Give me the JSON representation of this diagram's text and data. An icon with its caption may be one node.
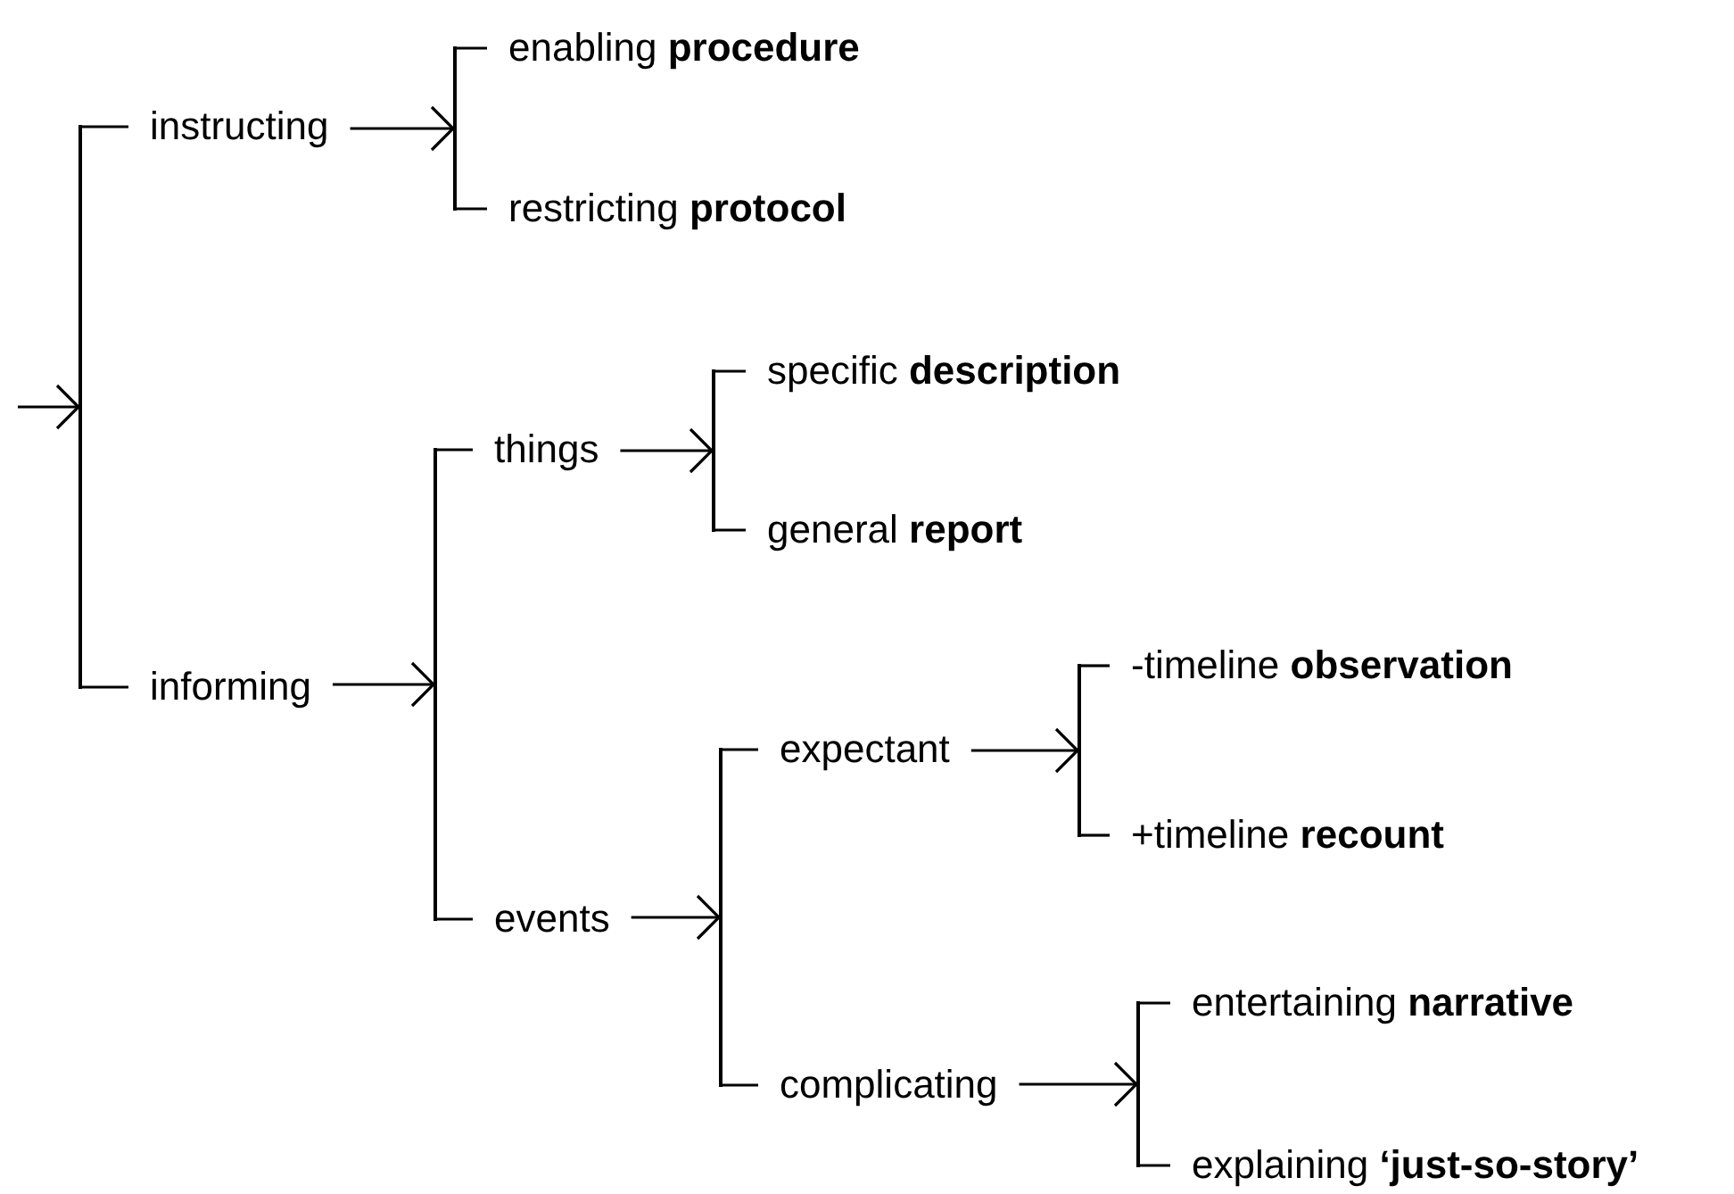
{
  "diagram": {
    "nodes": [
      {
        "text": [],
        "shape": "bar"
      },
      {
        "text": [
          "instructing"
        ]
      },
      {
        "text": [],
        "shape": "bar"
      },
      {
        "text": [
          "enabling **procedure**"
        ]
      },
      {
        "text": [
          "restricting **protocol**"
        ]
      },
      {
        "text": [
          "informing"
        ]
      },
      {
        "text": [],
        "shape": "bar"
      },
      {
        "text": [
          "things"
        ]
      },
      {
        "text": [],
        "shape": "bar"
      },
      {
        "text": [
          "specific **description**"
        ]
      },
      {
        "text": [
          "general **report**"
        ]
      },
      {
        "text": [
          "events"
        ]
      },
      {
        "text": [],
        "shape": "bar"
      },
      {
        "text": [
          "expectant"
        ]
      },
      {
        "text": [],
        "shape": "bar"
      },
      {
        "text": [
          "-timeline **observation**"
        ]
      },
      {
        "text": [
          "+timeline **recount**"
        ]
      },
      {
        "text": [
          "complicating"
        ]
      },
      {
        "text": [],
        "shape": "bar"
      },
      {
        "text": [
          "entertaining **narrative**"
        ]
      },
      {
        "text": [
          "explaining **‘just-so-story’**"
        ]
      }
    ],
    "edges": [
      {
        "from": null,
        "to": 0,
        "arrow": "to"
      },
      {
        "from": 0,
        "to": 1,
        "arrow": "none"
      },
      {
        "from": 0,
        "to": 5,
        "arrow": "none"
      },
      {
        "from": 1,
        "to": 2,
        "arrow": "to"
      },
      {
        "from": 2,
        "to": 3,
        "arrow": "none"
      },
      {
        "from": 2,
        "to": 4,
        "arrow": "none"
      },
      {
        "from": 5,
        "to": 6,
        "arrow": "to"
      },
      {
        "from": 6,
        "to": 7,
        "arrow": "none"
      },
      {
        "from": 6,
        "to": 11,
        "arrow": "none"
      },
      {
        "from": 7,
        "to": 8,
        "arrow": "to"
      },
      {
        "from": 8,
        "to": 9,
        "arrow": "none"
      },
      {
        "from": 8,
        "to": 10,
        "arrow": "none"
      },
      {
        "from": 11,
        "to": 12,
        "arrow": "to"
      },
      {
        "from": 12,
        "to": 13,
        "arrow": "none"
      },
      {
        "from": 12,
        "to": 17,
        "arrow": "none"
      },
      {
        "from": 13,
        "to": 14,
        "arrow": "to"
      },
      {
        "from": 14,
        "to": 15,
        "arrow": "none"
      },
      {
        "from": 14,
        "to": 16,
        "arrow": "none"
      },
      {
        "from": 17,
        "to": 18,
        "arrow": "to"
      },
      {
        "from": 18,
        "to": 19,
        "arrow": "none"
      },
      {
        "from": 18,
        "to": 20,
        "arrow": "none"
      }
    ]
  }
}
